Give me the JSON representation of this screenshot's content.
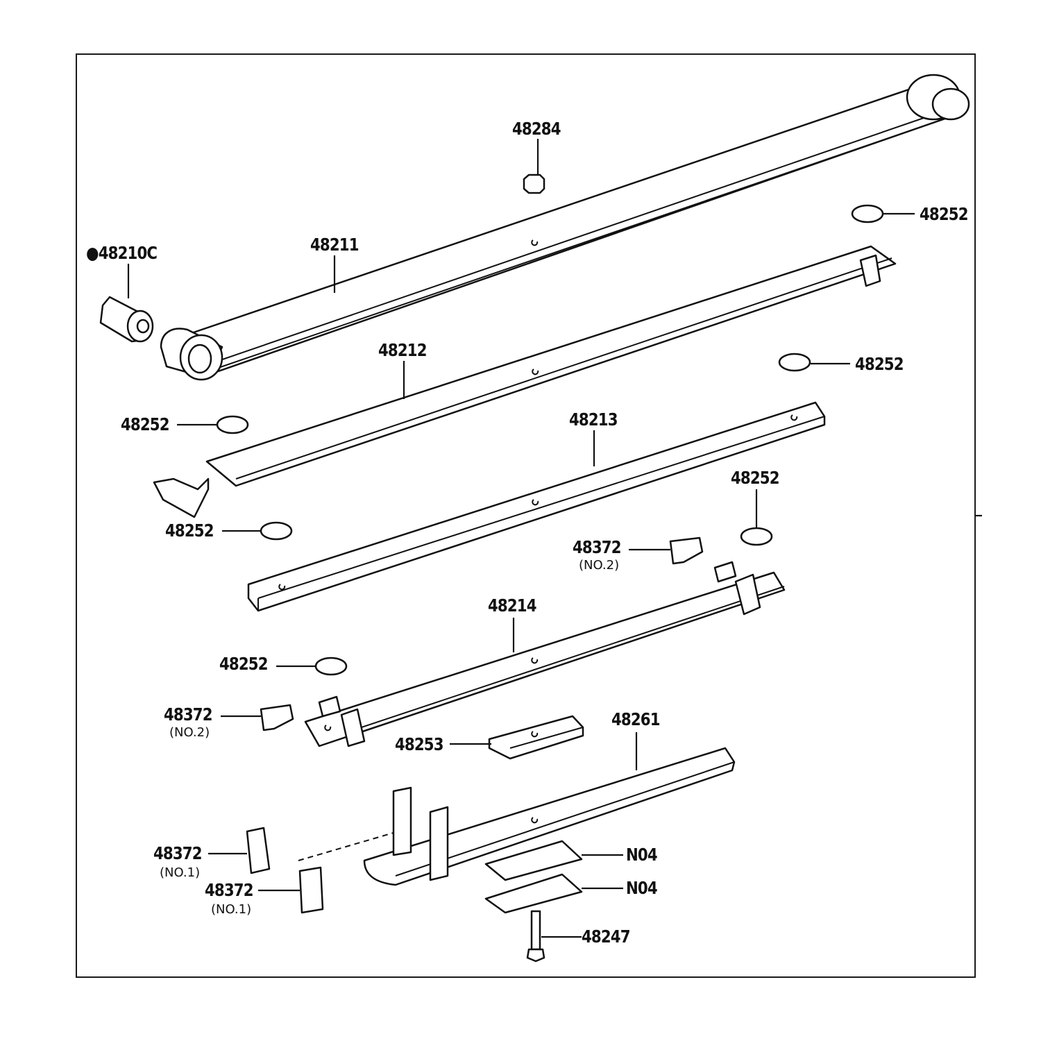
{
  "diagram": {
    "type": "exploded parts diagram",
    "subject": "rear leaf spring assembly",
    "labels": {
      "bushing": "48210C",
      "bushing_marker": "●",
      "leaf_no1": "48211",
      "nut": "48284",
      "clip_cap_top_right": "48252",
      "leaf_no2": "48212",
      "clip_cap_right_mid": "48252",
      "clip_cap_left_upper": "48252",
      "leaf_no3": "48213",
      "clip_cap_left_mid": "48252",
      "clip_cap_right_lower": "48252",
      "clip_no2_right": "48372",
      "clip_no2_right_sub": "(NO.2)",
      "leaf_no4": "48214",
      "clip_cap_left_lower": "48252",
      "clip_no2_left": "48372",
      "clip_no2_left_sub": "(NO.2)",
      "spacer": "48253",
      "helper_leaf": "48261",
      "clip_no1_a": "48372",
      "clip_no1_a_sub": "(NO.1)",
      "clip_no1_b": "48372",
      "clip_no1_b_sub": "(NO.1)",
      "shim_a": "N04",
      "shim_b": "N04",
      "center_bolt": "48247"
    }
  }
}
